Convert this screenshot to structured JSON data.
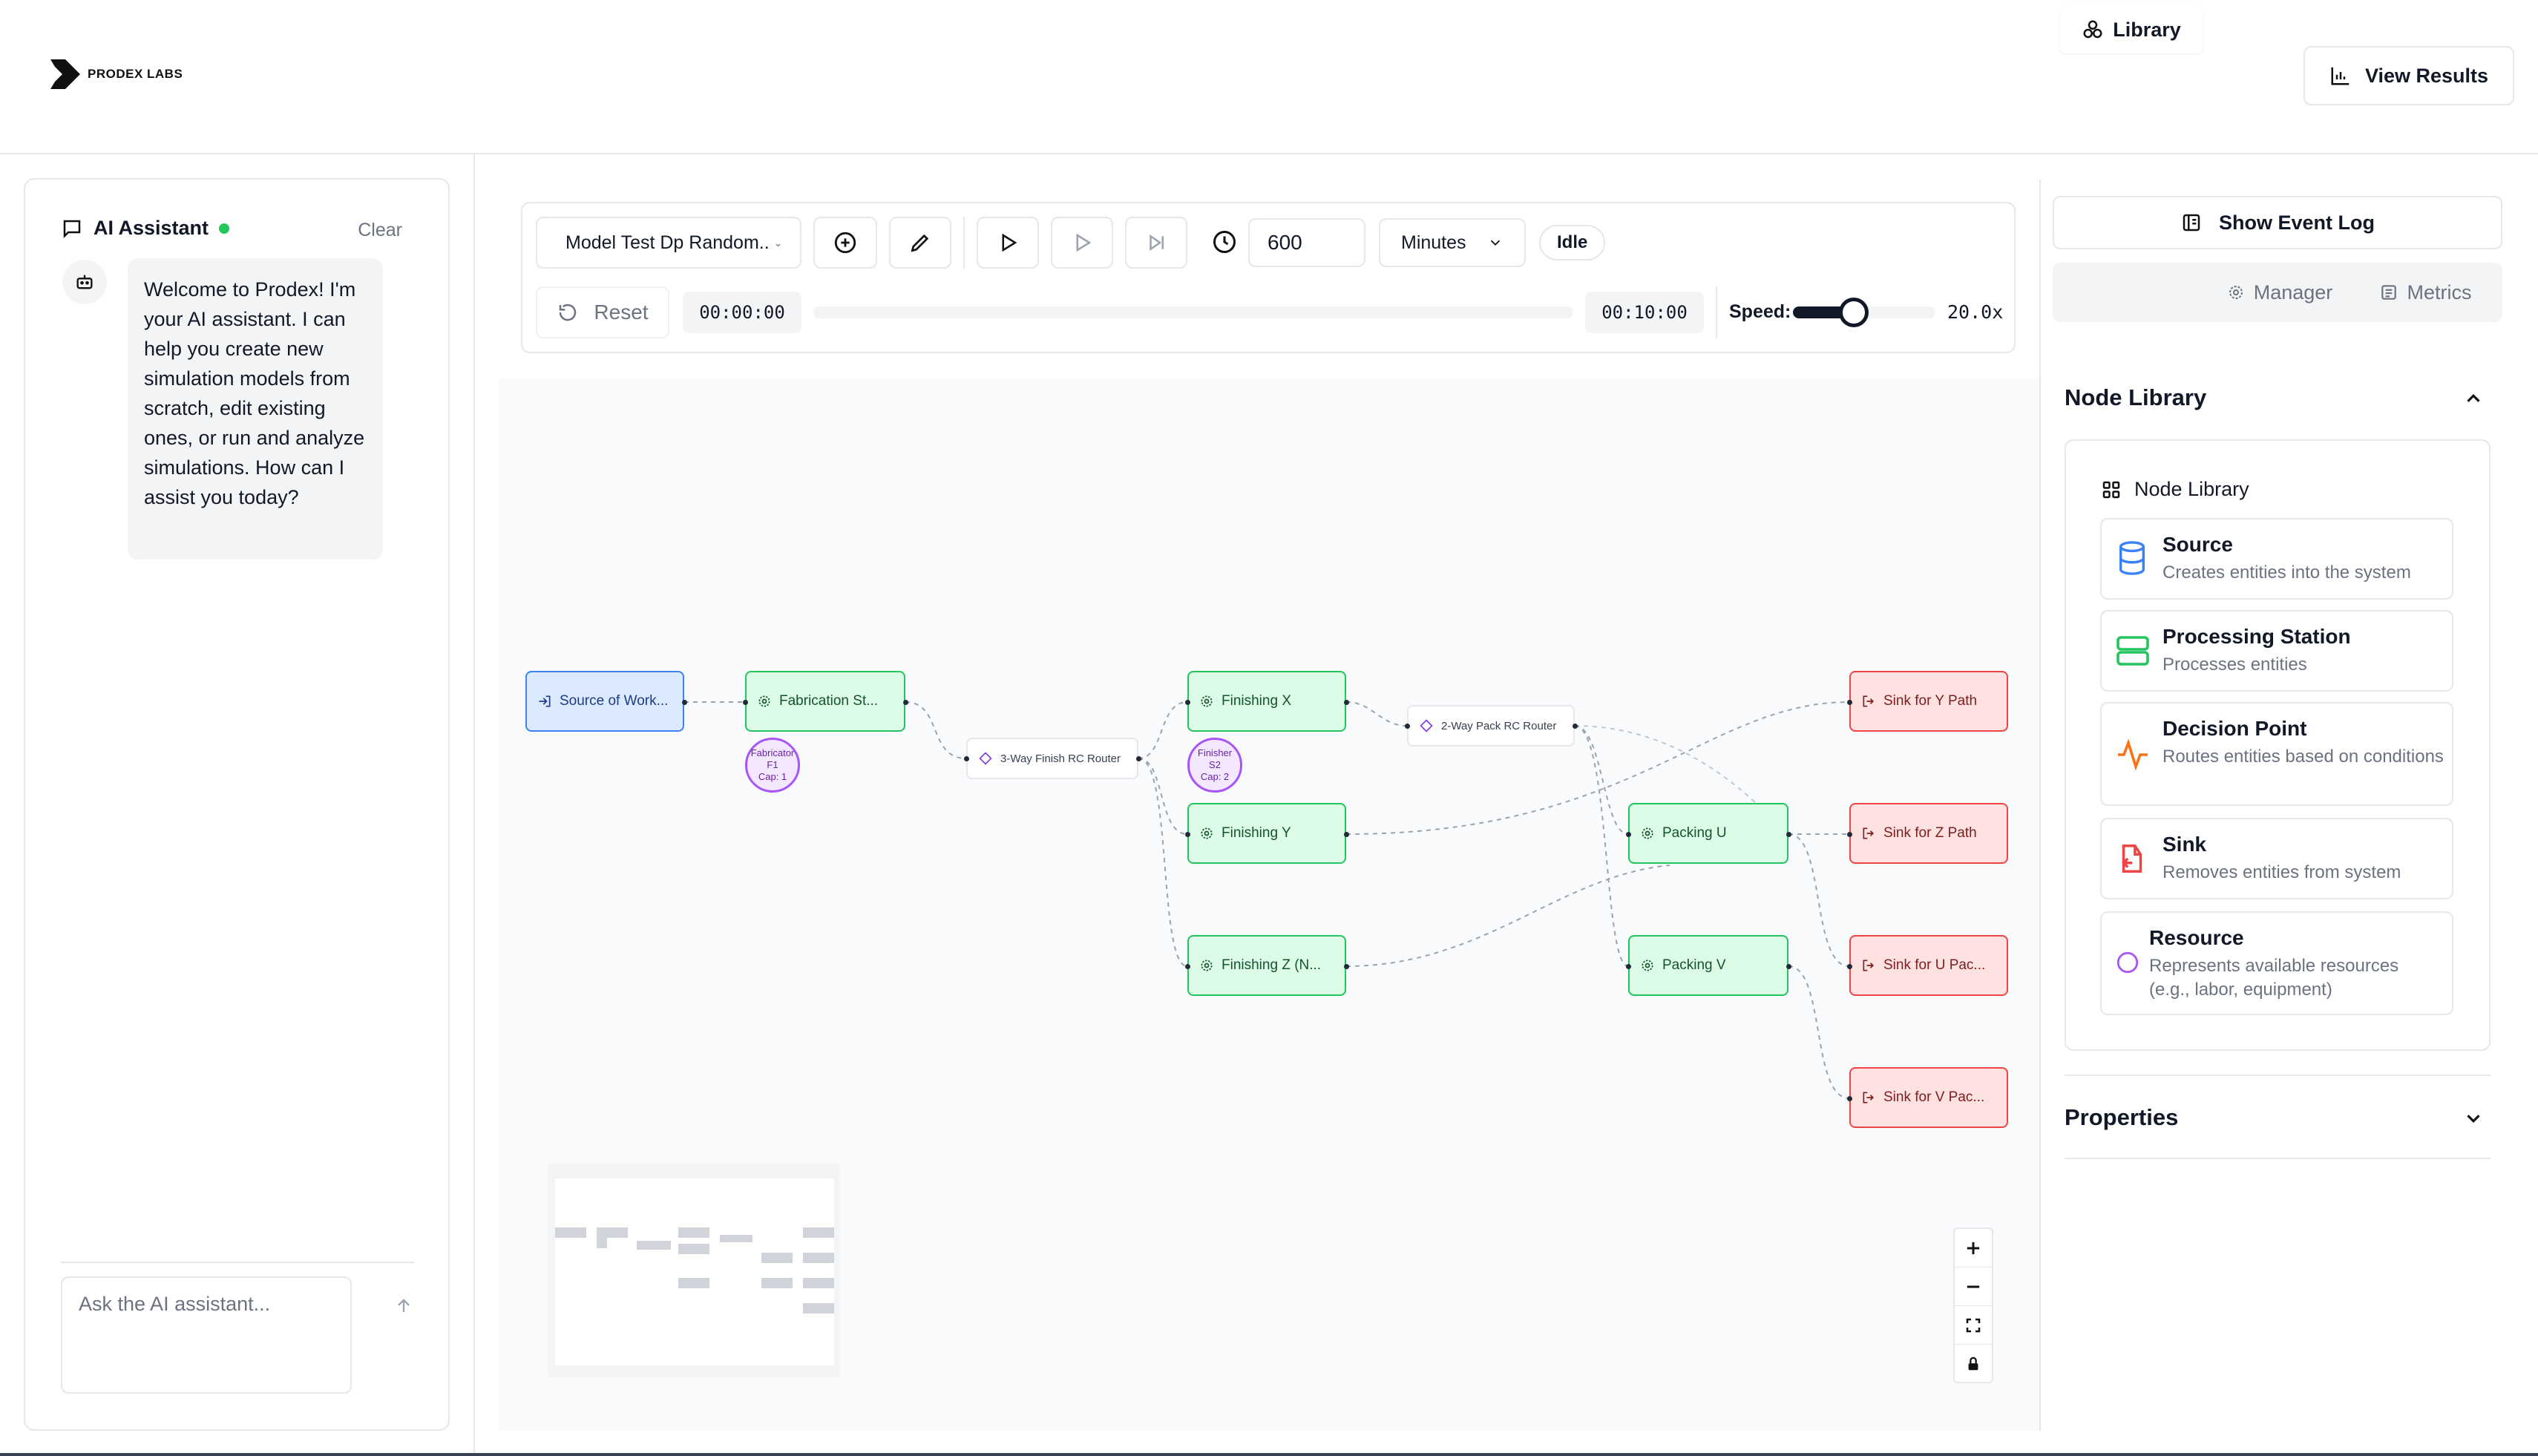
{
  "header": {
    "brand": "PRODEX LABS",
    "view_results": "View Results"
  },
  "chat": {
    "title": "AI Assistant",
    "clear": "Clear",
    "welcome": "Welcome to Prodex! I'm your AI assistant. I can help you create new simulation models from scratch, edit existing ones, or run and analyze simulations. How can I assist you today?",
    "input_placeholder": "Ask the AI assistant..."
  },
  "toolbar": {
    "model_name": "Model Test Dp Random..",
    "duration": "600",
    "unit": "Minutes",
    "status": "Idle",
    "reset": "Reset",
    "time_current": "00:00:00",
    "time_end": "00:10:00",
    "speed_label": "Speed:",
    "speed_value": "20.0x",
    "speed_level_fraction": 0.3
  },
  "graph": {
    "nodes": [
      {
        "id": "source",
        "label": "Source of Work..."
      },
      {
        "id": "fab",
        "label": "Fabrication St..."
      },
      {
        "id": "router1",
        "label": "3-Way Finish RC Router"
      },
      {
        "id": "finX",
        "label": "Finishing X"
      },
      {
        "id": "finY",
        "label": "Finishing Y"
      },
      {
        "id": "finZ",
        "label": "Finishing Z (N..."
      },
      {
        "id": "router2",
        "label": "2-Way Pack RC Router"
      },
      {
        "id": "packU",
        "label": "Packing U"
      },
      {
        "id": "packV",
        "label": "Packing V"
      },
      {
        "id": "sinkY",
        "label": "Sink for Y Path"
      },
      {
        "id": "sinkZ",
        "label": "Sink for Z Path"
      },
      {
        "id": "sinkU",
        "label": "Sink for U Pac..."
      },
      {
        "id": "sinkV",
        "label": "Sink for V Pac..."
      }
    ],
    "resources": [
      {
        "line1": "Fabricator",
        "line2": "F1",
        "line3": "Cap: 1"
      },
      {
        "line1": "Finisher",
        "line2": "S2",
        "line3": "Cap: 2"
      }
    ]
  },
  "right_panel": {
    "event_log": "Show Event Log",
    "tabs": [
      "Library",
      "Manager",
      "Metrics"
    ],
    "node_library_title": "Node Library",
    "node_library_inner": "Node Library",
    "items": [
      {
        "title": "Source",
        "desc": "Creates entities into the system"
      },
      {
        "title": "Processing Station",
        "desc": "Processes entities"
      },
      {
        "title": "Decision Point",
        "desc": "Routes entities based on conditions"
      },
      {
        "title": "Sink",
        "desc": "Removes entities from system"
      },
      {
        "title": "Resource",
        "desc": "Represents available resources (e.g., labor, equipment)"
      }
    ],
    "properties_title": "Properties"
  },
  "colors": {
    "source": "#3b82f6",
    "station": "#22c55e",
    "sink": "#ef4444",
    "resource": "#a855f7",
    "online": "#22c55e"
  },
  "icons": [
    "chart-icon",
    "chat-icon",
    "bot-icon",
    "send-icon",
    "plus-circle-icon",
    "pencil-icon",
    "play-icon",
    "step-icon",
    "clock-icon",
    "reset-icon",
    "log-icon",
    "library-icon",
    "gear-icon",
    "metrics-icon",
    "grid-icon",
    "database-icon",
    "server-icon",
    "pulse-icon",
    "exit-icon",
    "circle-icon"
  ]
}
